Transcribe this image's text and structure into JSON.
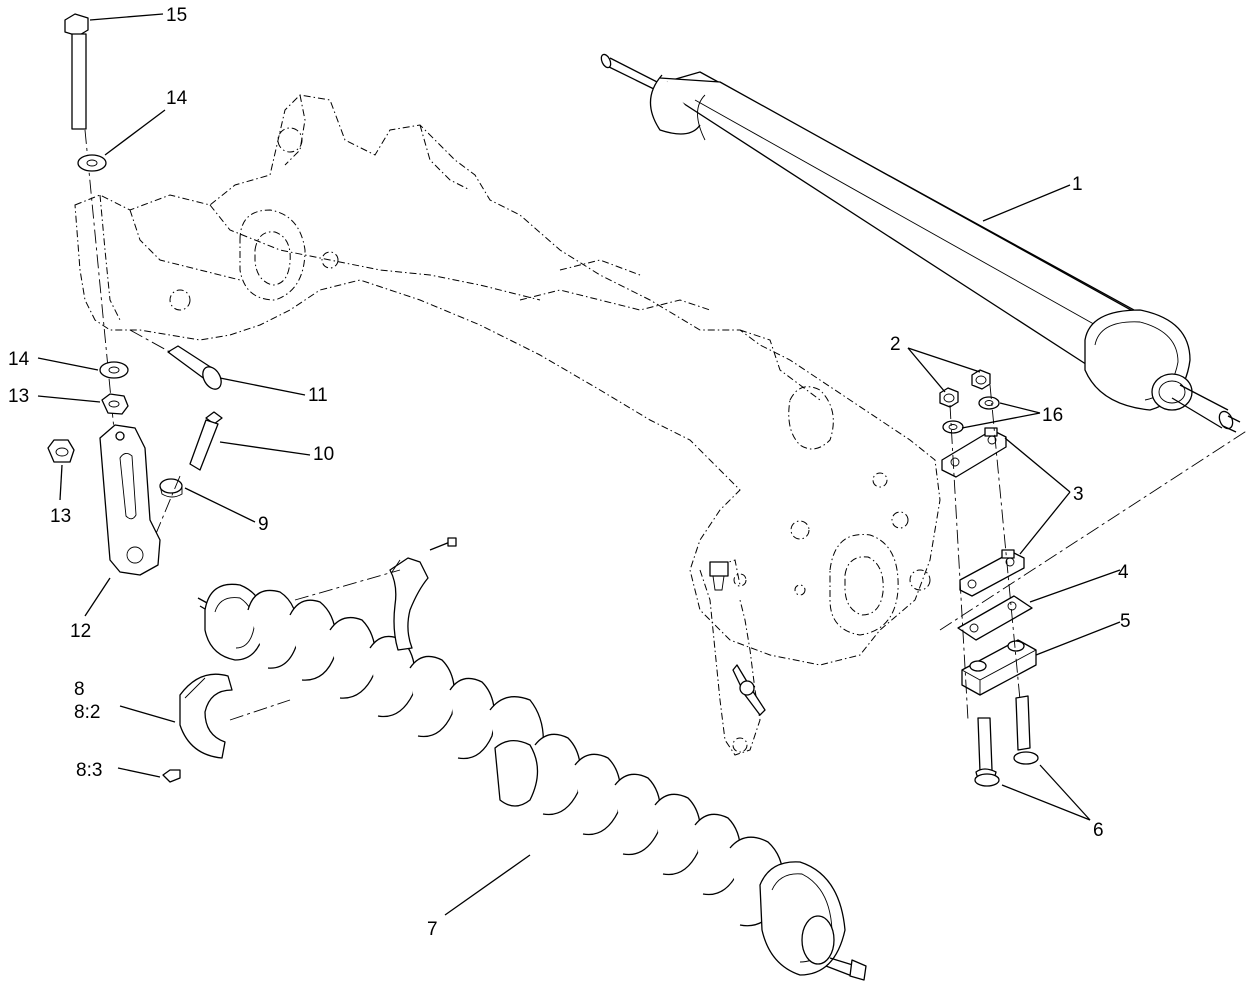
{
  "callouts": {
    "c1": "1",
    "c2": "2",
    "c3": "3",
    "c4": "4",
    "c5": "5",
    "c6": "6",
    "c7": "7",
    "c8": "8",
    "c8_2": "8:2",
    "c8_3": "8:3",
    "c9": "9",
    "c10": "10",
    "c11": "11",
    "c12": "12",
    "c13a": "13",
    "c13b": "13",
    "c14a": "14",
    "c14b": "14",
    "c15": "15",
    "c16": "16"
  }
}
